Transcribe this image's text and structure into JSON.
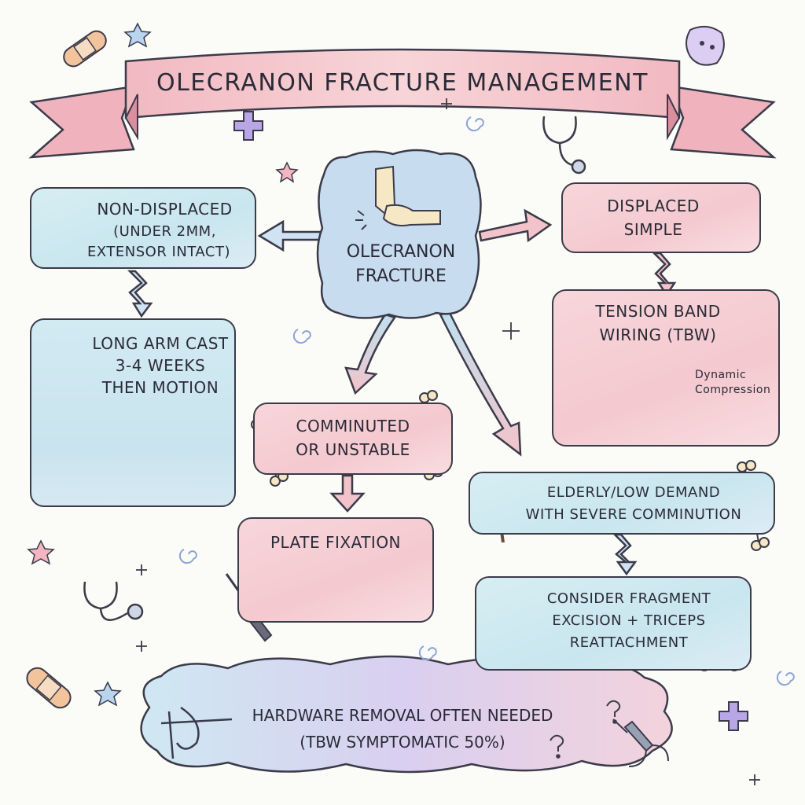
{
  "title": "OLECRANON FRACTURE MANAGEMENT",
  "center": {
    "line1": "OLECRANON",
    "line2": "FRACTURE"
  },
  "non_displaced": {
    "line1": "NON-DISPLACED",
    "line2": "(UNDER 2mm,",
    "line3": "EXTENSOR INTACT)"
  },
  "long_arm_cast": {
    "line1": "LONG ARM CAST",
    "line2": "3-4 WEEKS",
    "line3": "THEN MOTION"
  },
  "displaced_simple": {
    "line1": "DISPLACED",
    "line2": "SIMPLE"
  },
  "tbw": {
    "line1": "TENSION BAND",
    "line2": "WIRING (TBW)",
    "note1": "Dynamic",
    "note2": "Compression"
  },
  "comminuted": {
    "line1": "COMMINUTED",
    "line2": "OR UNSTABLE"
  },
  "plate_fixation": {
    "line1": "PLATE FIXATION"
  },
  "elderly": {
    "line1": "ELDERLY/LOW DEMAND",
    "line2": "WITH SEVERE COMMINUTION"
  },
  "fragment_excision": {
    "line1": "CONSIDER FRAGMENT",
    "line2": "EXCISION + TRICEPS",
    "line3": "REATTACHMENT"
  },
  "hardware": {
    "line1": "HARDWARE REMOVAL OFTEN NEEDED",
    "line2": "(TBW SYMPTOMATIC 50%)"
  },
  "colors": {
    "blue_fill": "#cfe9f0",
    "pink_fill": "#f6d2d7",
    "stroke": "#3b3b4a",
    "accent_purple": "#b8a6e6",
    "accent_pink": "#f0a8b4",
    "star_yellow": "#f3d27a"
  },
  "icons": [
    "bandage-icon",
    "star-icon",
    "cross-icon",
    "stethoscope-icon",
    "elbow-icon",
    "checkmark-icon",
    "bone-icon",
    "cast-arm-icon",
    "rotation-icon",
    "screwdriver-icon",
    "plate-icon",
    "cane-icon",
    "scissors-icon",
    "pliers-icon",
    "question-icon",
    "spiral-icon"
  ]
}
